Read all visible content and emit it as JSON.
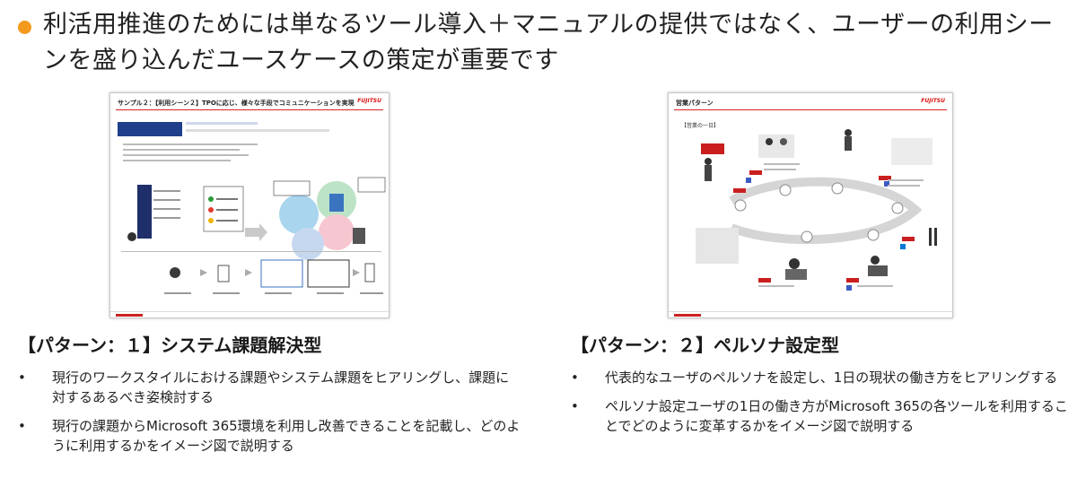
{
  "headline": {
    "text": "利活用推進のためには単なるツール導入＋マニュアルの提供ではなく、ユーザーの利用シーンを盛り込んだユースケースの策定が重要です"
  },
  "thumbnails": [
    {
      "title": "サンプル２：【利用シーン２】TPOに応じ、様々な手段でコミュニケーションを実現",
      "brand": "FUJITSU"
    },
    {
      "title": "営業パターン",
      "brand": "FUJITSU",
      "subtitle": "【営業の一日】"
    }
  ],
  "patterns": [
    {
      "title": "【パターン：１】システム課題解決型",
      "bullets": [
        "現行のワークスタイルにおける課題やシステム課題をヒアリングし、課題に対するあるべき姿検討する",
        "現行の課題からMicrosoft 365環境を利用し改善できることを記載し、どのように利用するかをイメージ図で説明する"
      ]
    },
    {
      "title": "【パターン：２】ペルソナ設定型",
      "bullets": [
        "代表的なユーザのペルソナを設定し、1日の現状の働き方をヒアリングする",
        "ペルソナ設定ユーザの1日の働き方がMicrosoft 365の各ツールを利用することでどのように変革するかをイメージ図で説明する"
      ]
    }
  ],
  "bullet_symbol": "•",
  "colors": {
    "accent_orange": "#f39a1e",
    "brand_red": "#d11111"
  }
}
